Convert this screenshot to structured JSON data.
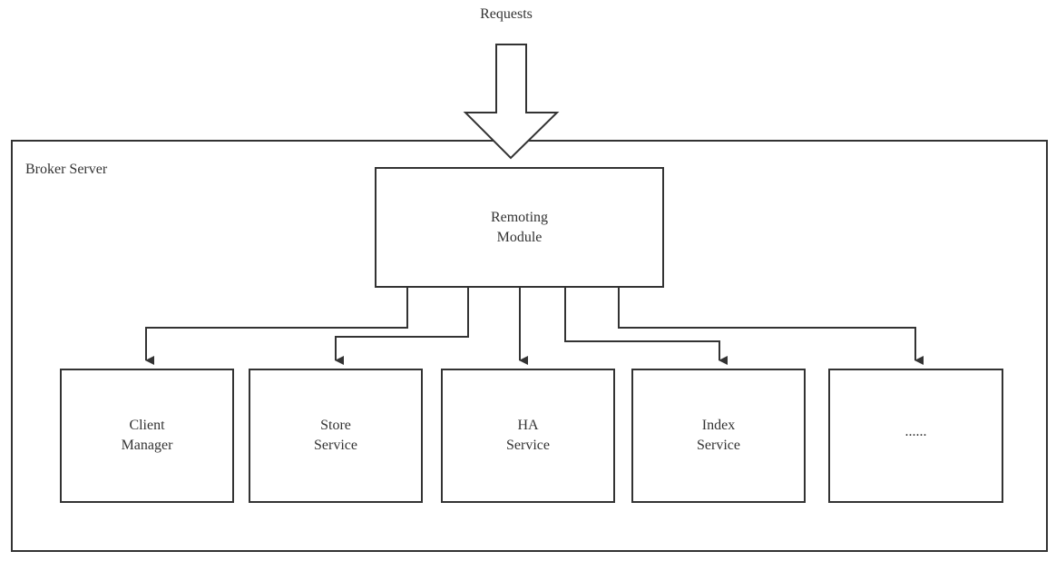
{
  "requests_label": "Requests",
  "container": {
    "title": "Broker Server"
  },
  "remoting_module": {
    "line1": "Remoting",
    "line2": "Module"
  },
  "services": [
    {
      "line1": "Client",
      "line2": "Manager"
    },
    {
      "line1": "Store",
      "line2": "Service"
    },
    {
      "line1": "HA",
      "line2": "Service"
    },
    {
      "line1": "Index",
      "line2": "Service"
    },
    {
      "line1": "......",
      "line2": ""
    }
  ],
  "colors": {
    "stroke": "#333333",
    "background": "#ffffff"
  }
}
